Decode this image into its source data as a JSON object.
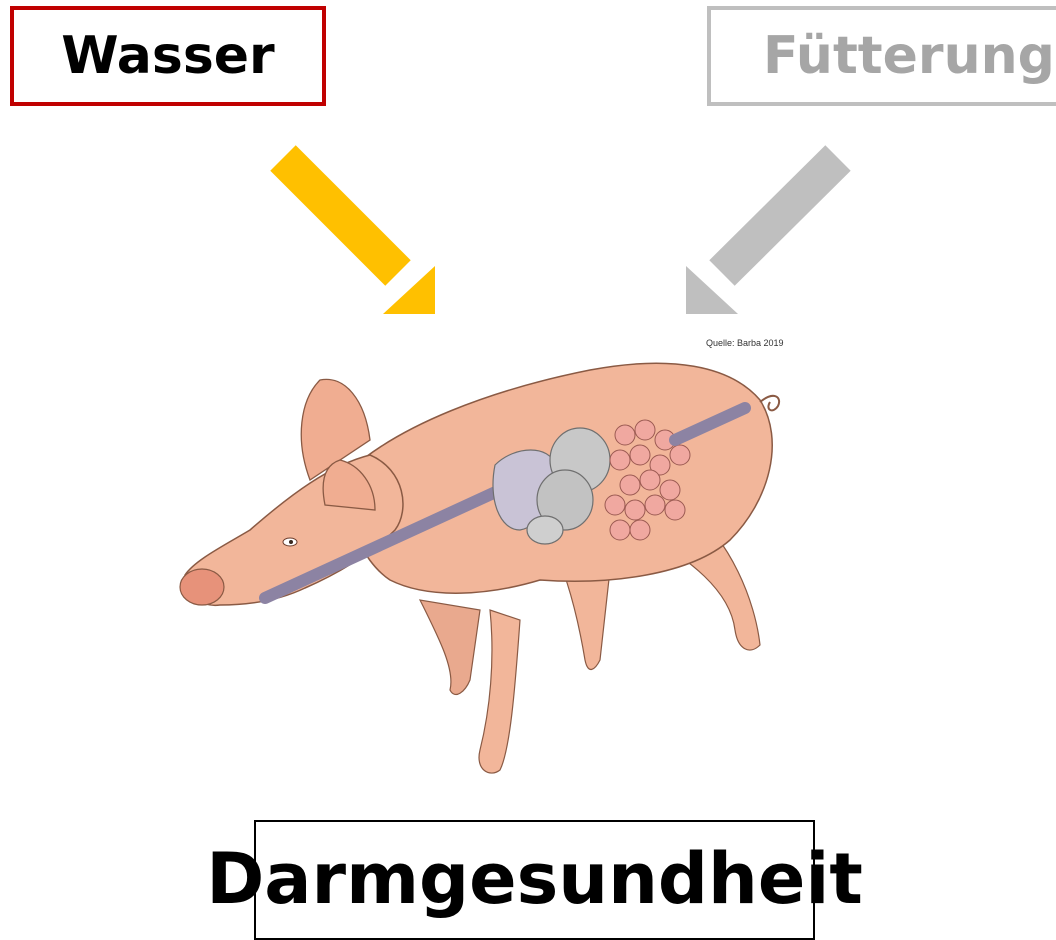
{
  "boxes": {
    "water": "Wasser",
    "feeding": "Fütterung",
    "gut_health": "Darmgesundheit"
  },
  "source_note": "Quelle: Barba 2019",
  "colors": {
    "water_border": "#c00000",
    "feeding_border": "#bfbfbf",
    "feeding_text": "#a6a6a6",
    "water_arrow": "#ffc000",
    "feeding_arrow": "#bfbfbf",
    "pig_skin": "#f2b69a",
    "tube": "#8c83a3",
    "organs": "#c8c8c8",
    "intestine": "#f0a8a0"
  }
}
